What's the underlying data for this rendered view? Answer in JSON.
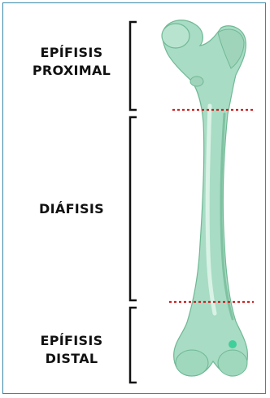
{
  "labels": {
    "proximal_epiphysis": [
      "EPÍFISIS",
      "PROXIMAL"
    ],
    "diaphysis": "DIÁFISIS",
    "distal_epiphysis": [
      "EPÍFISIS",
      "DISTAL"
    ]
  },
  "colors": {
    "frame_border": "#3a88a7",
    "bone_fill": "#a8dcc4",
    "bone_shadow": "#6fb894",
    "bracket": "#111111",
    "divider_dotted": "#cc2222"
  },
  "icons": {
    "bone": "femur-bone-illustration"
  }
}
